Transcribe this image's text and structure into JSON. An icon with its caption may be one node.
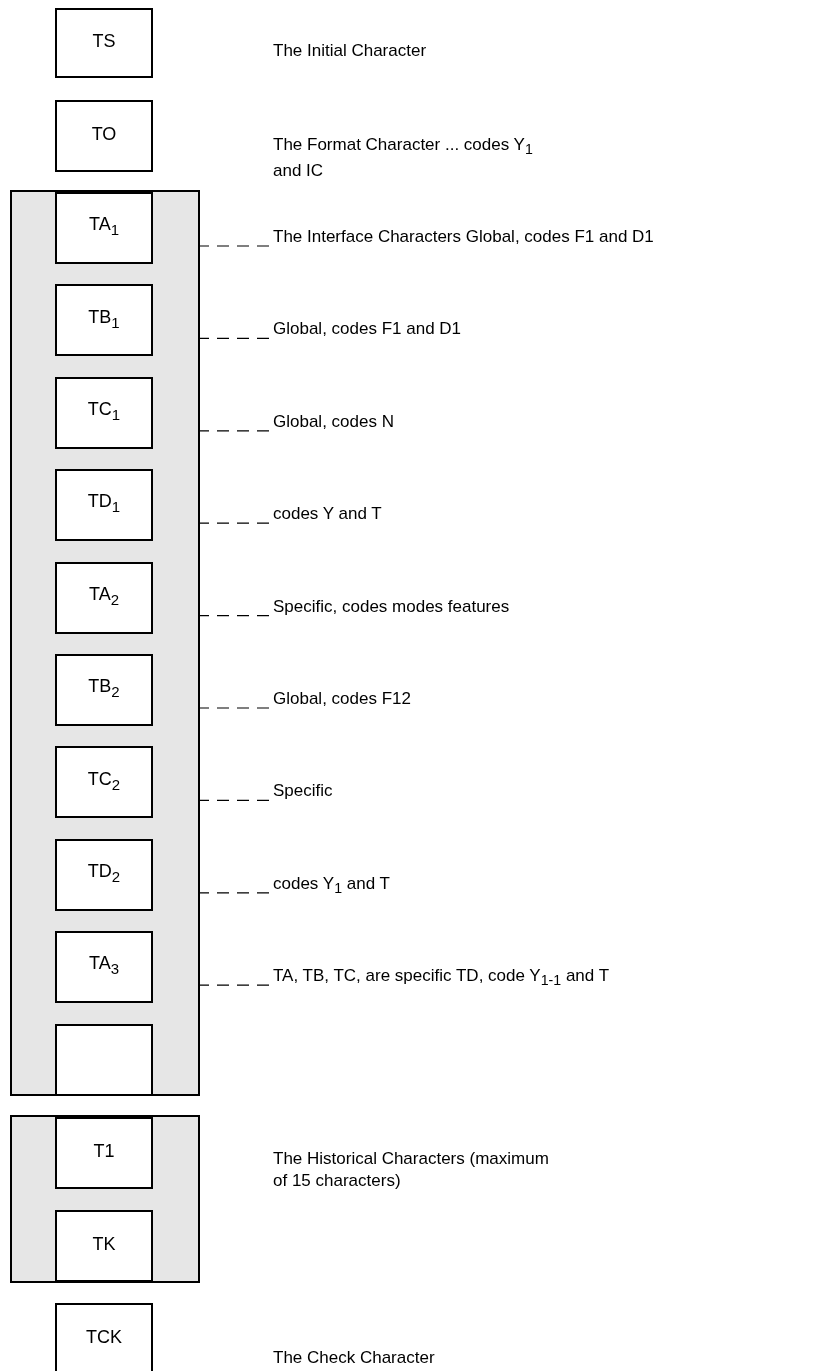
{
  "diagram": {
    "nodes": [
      {
        "text": [
          "TS"
        ]
      },
      {
        "text": [
          "TO"
        ]
      },
      {
        "text": [],
        "shape": "box"
      },
      {
        "text": [
          "TA$_{1}$"
        ],
        "in": 2
      },
      {
        "text": [
          "The Interface Characters Global, codes F1 and D1"
        ]
      },
      {
        "text": [
          "TB$_{1}$"
        ],
        "in": 2
      },
      {
        "text": [
          "Global, codes F1 and D1"
        ]
      },
      {
        "text": [
          "TC$_{1}$"
        ],
        "in": 2
      },
      {
        "text": [
          "Global, codes N"
        ]
      },
      {
        "text": [
          "TD$_{1}$"
        ],
        "in": 2
      },
      {
        "text": [
          "codes Y and T"
        ]
      },
      {
        "text": [
          "TA$_{2}$"
        ],
        "in": 2
      },
      {
        "text": [
          "Specific, codes modes features"
        ]
      },
      {
        "text": [
          "TB$_{2}$"
        ],
        "in": 2
      },
      {
        "text": [
          "Global, codes F12"
        ]
      },
      {
        "text": [
          "TC$_{2}$"
        ],
        "in": 2
      },
      {
        "text": [
          "Specific"
        ]
      },
      {
        "text": [
          "TD$_{2}$"
        ],
        "in": 2
      },
      {
        "text": [
          "codes Y$_{1}$ and T"
        ]
      },
      {
        "text": [
          "TA$_{3}$"
        ],
        "in": 2
      },
      {
        "text": [
          "TA, TB, TC, are specific TD, code Y$_{1-1}$ and T"
        ]
      },
      {
        "text": [],
        "shape": "box",
        "in": 2
      },
      {
        "text": [],
        "shape": "box"
      },
      {
        "text": [
          "T1"
        ],
        "in": 22
      },
      {
        "text": [
          "TK"
        ],
        "in": 22
      },
      {
        "text": [
          "TCK"
        ]
      }
    ],
    "labels": [
      "The Initial Character",
      "The Format Character ... codes Y$_{1}$ and IC",
      "The Historical Characters (maximum of 15 characters)",
      "The Check Character"
    ],
    "edges": [
      {
        "from": 4,
        "to": 3,
        "arrow": "none",
        "style": "dashed"
      },
      {
        "from": 6,
        "to": 5,
        "arrow": "none",
        "style": "dashed"
      },
      {
        "from": 8,
        "to": 7,
        "arrow": "none",
        "style": "dashed"
      },
      {
        "from": 10,
        "to": 9,
        "arrow": "none",
        "style": "dashed"
      },
      {
        "from": 12,
        "to": 11,
        "arrow": "none",
        "style": "dashed"
      },
      {
        "from": 14,
        "to": 13,
        "arrow": "none",
        "style": "dashed"
      },
      {
        "from": 16,
        "to": 15,
        "arrow": "none",
        "style": "dashed"
      },
      {
        "from": 18,
        "to": 17,
        "arrow": "none",
        "style": "dashed"
      },
      {
        "from": 20,
        "to": 19,
        "arrow": "none",
        "style": "dashed"
      }
    ]
  }
}
